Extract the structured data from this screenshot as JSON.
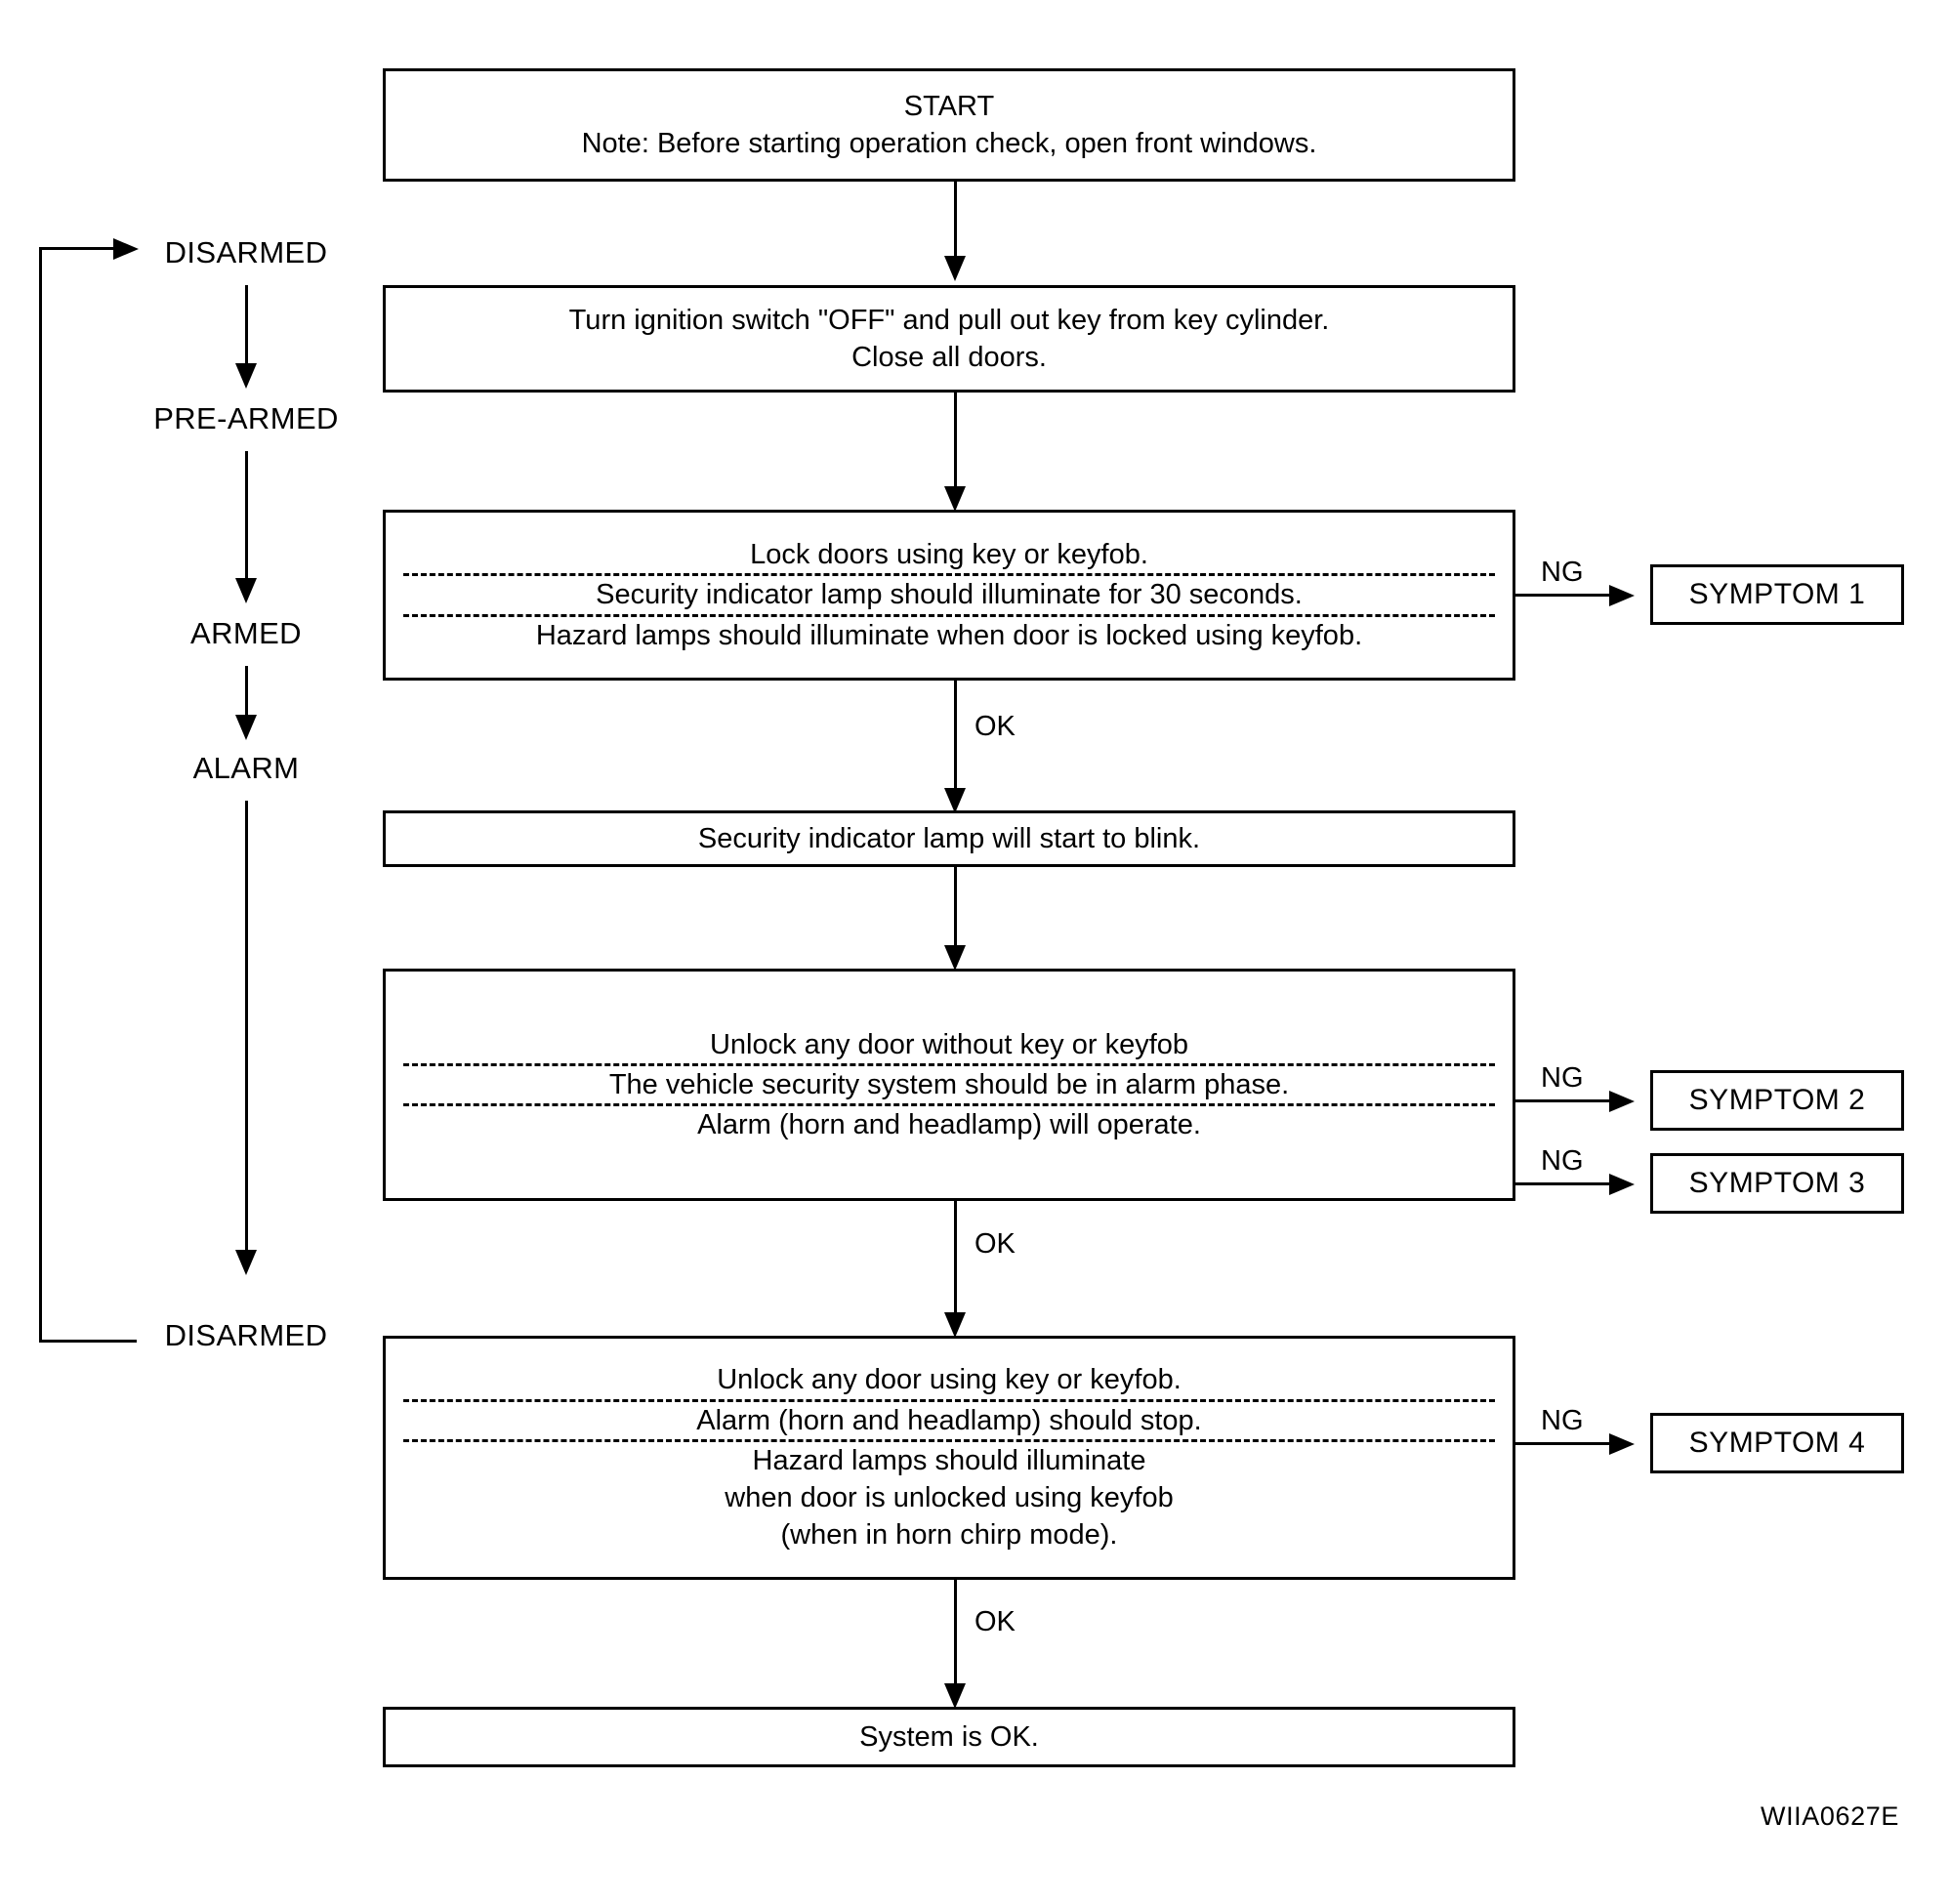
{
  "diagram": {
    "caption": "WIIA0627E",
    "states": [
      {
        "id": "disarmed-top",
        "label": "DISARMED"
      },
      {
        "id": "pre-armed",
        "label": "PRE-ARMED"
      },
      {
        "id": "armed",
        "label": "ARMED"
      },
      {
        "id": "alarm",
        "label": "ALARM"
      },
      {
        "id": "disarmed-bottom",
        "label": "DISARMED"
      }
    ],
    "steps": [
      {
        "id": "start",
        "lines": [
          "START\nNote: Before starting operation check, open front windows."
        ]
      },
      {
        "id": "ignition-off",
        "lines": [
          "Turn ignition switch \"OFF\" and pull out key from key cylinder.\nClose all doors."
        ]
      },
      {
        "id": "lock-doors",
        "lines": [
          "Lock doors using key or keyfob.",
          "Security indicator lamp should illuminate for 30 seconds.",
          "Hazard lamps should illuminate when door is locked using keyfob."
        ]
      },
      {
        "id": "indicator-blink",
        "lines": [
          "Security indicator lamp will start to blink."
        ]
      },
      {
        "id": "unlock-without-key",
        "lines": [
          "Unlock any door without key or keyfob",
          "The vehicle security system should be in alarm phase.",
          "Alarm (horn and headlamp) will operate."
        ]
      },
      {
        "id": "unlock-with-key",
        "lines": [
          "Unlock any door  using key or  keyfob.",
          "Alarm (horn and headlamp) should stop.",
          "Hazard lamps should illuminate\nwhen door is unlocked using keyfob\n(when in horn chirp mode)."
        ]
      },
      {
        "id": "system-ok",
        "lines": [
          "System is OK."
        ]
      }
    ],
    "symptoms": [
      {
        "id": "symptom-1",
        "label": "SYMPTOM 1"
      },
      {
        "id": "symptom-2",
        "label": "SYMPTOM 2"
      },
      {
        "id": "symptom-3",
        "label": "SYMPTOM 3"
      },
      {
        "id": "symptom-4",
        "label": "SYMPTOM 4"
      }
    ],
    "edge_labels": {
      "ng_1": "NG",
      "ng_2": "NG",
      "ng_3": "NG",
      "ng_4": "NG",
      "ok_1": "OK",
      "ok_2": "OK",
      "ok_3": "OK"
    },
    "colors": {
      "stroke": "#000000",
      "background": "#ffffff"
    }
  }
}
